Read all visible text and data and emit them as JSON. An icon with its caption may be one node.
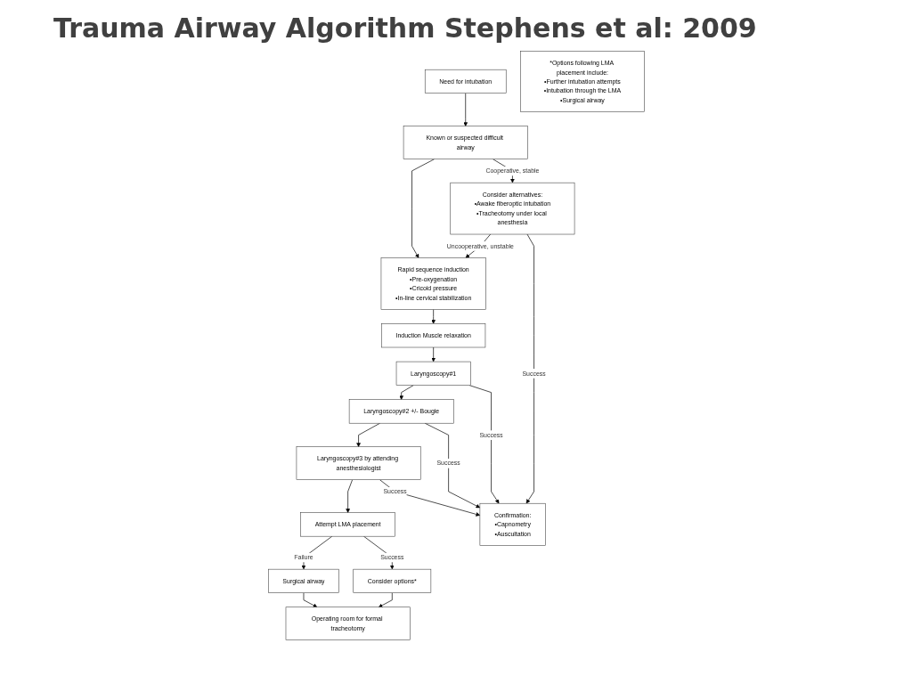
{
  "diagram": {
    "title": "Trauma Airway Algorithm Stephens et al: 2009",
    "nodes": [
      {
        "text": [
          "Need for intubation"
        ]
      },
      {
        "text": [
          "Known or suspected difficult airway"
        ]
      },
      {
        "text": [
          "Consider alternatives:",
          "•Awake fiberoptic intubation",
          "•Tracheotomy under local anesthesia"
        ]
      },
      {
        "text": [
          "Rapid sequence induction",
          "•Pre-oxygenation",
          "•Cricoid pressure",
          "•In-line cervical stabilization"
        ]
      },
      {
        "text": [
          "Induction Muscle relaxation"
        ]
      },
      {
        "text": [
          "Laryngoscopy#1"
        ]
      },
      {
        "text": [
          "Laryngoscopy#2 +/- Bougie"
        ]
      },
      {
        "text": [
          "Laryngoscopy#3 by attending anesthesiologist"
        ]
      },
      {
        "text": [
          "Attempt LMA placement"
        ]
      },
      {
        "text": [
          "Confirmation:",
          "•Capnometry",
          "•Auscultation"
        ]
      },
      {
        "text": [
          "Consider options*"
        ]
      },
      {
        "text": [
          "Surgical airway"
        ]
      },
      {
        "text": [
          "Operating room for formal tracheotomy"
        ]
      },
      {
        "text": [
          "*Options following LMA placement include:",
          "•Further intubation attempts",
          "•Intubation through the LMA",
          "•Surgical airway"
        ]
      }
    ],
    "edges": [
      {
        "from": 0,
        "to": 1,
        "arrow": "to"
      },
      {
        "from": 1,
        "to": 2,
        "arrow": "to",
        "label": "Cooperative, stable"
      },
      {
        "from": 2,
        "to": 3,
        "arrow": "to",
        "label": "Uncooperative, unstable"
      },
      {
        "from": 1,
        "to": 3,
        "arrow": "to"
      },
      {
        "from": 2,
        "to": 9,
        "arrow": "to",
        "label": "Success"
      },
      {
        "from": 3,
        "to": 4,
        "arrow": "to"
      },
      {
        "from": 4,
        "to": 5,
        "arrow": "to"
      },
      {
        "from": 5,
        "to": 9,
        "arrow": "to",
        "label": "Success"
      },
      {
        "from": 5,
        "to": 6,
        "arrow": "to"
      },
      {
        "from": 6,
        "to": 9,
        "arrow": "to",
        "label": "Success"
      },
      {
        "from": 6,
        "to": 7,
        "arrow": "to"
      },
      {
        "from": 7,
        "to": 9,
        "arrow": "to",
        "label": "Success"
      },
      {
        "from": 7,
        "to": 8,
        "arrow": "to"
      },
      {
        "from": 8,
        "to": 10,
        "arrow": "to",
        "label": "Success"
      },
      {
        "from": 8,
        "to": 11,
        "arrow": "to",
        "label": "Failure"
      },
      {
        "from": 10,
        "to": 12,
        "arrow": "to"
      },
      {
        "from": 11,
        "to": 12,
        "arrow": "to"
      }
    ]
  }
}
